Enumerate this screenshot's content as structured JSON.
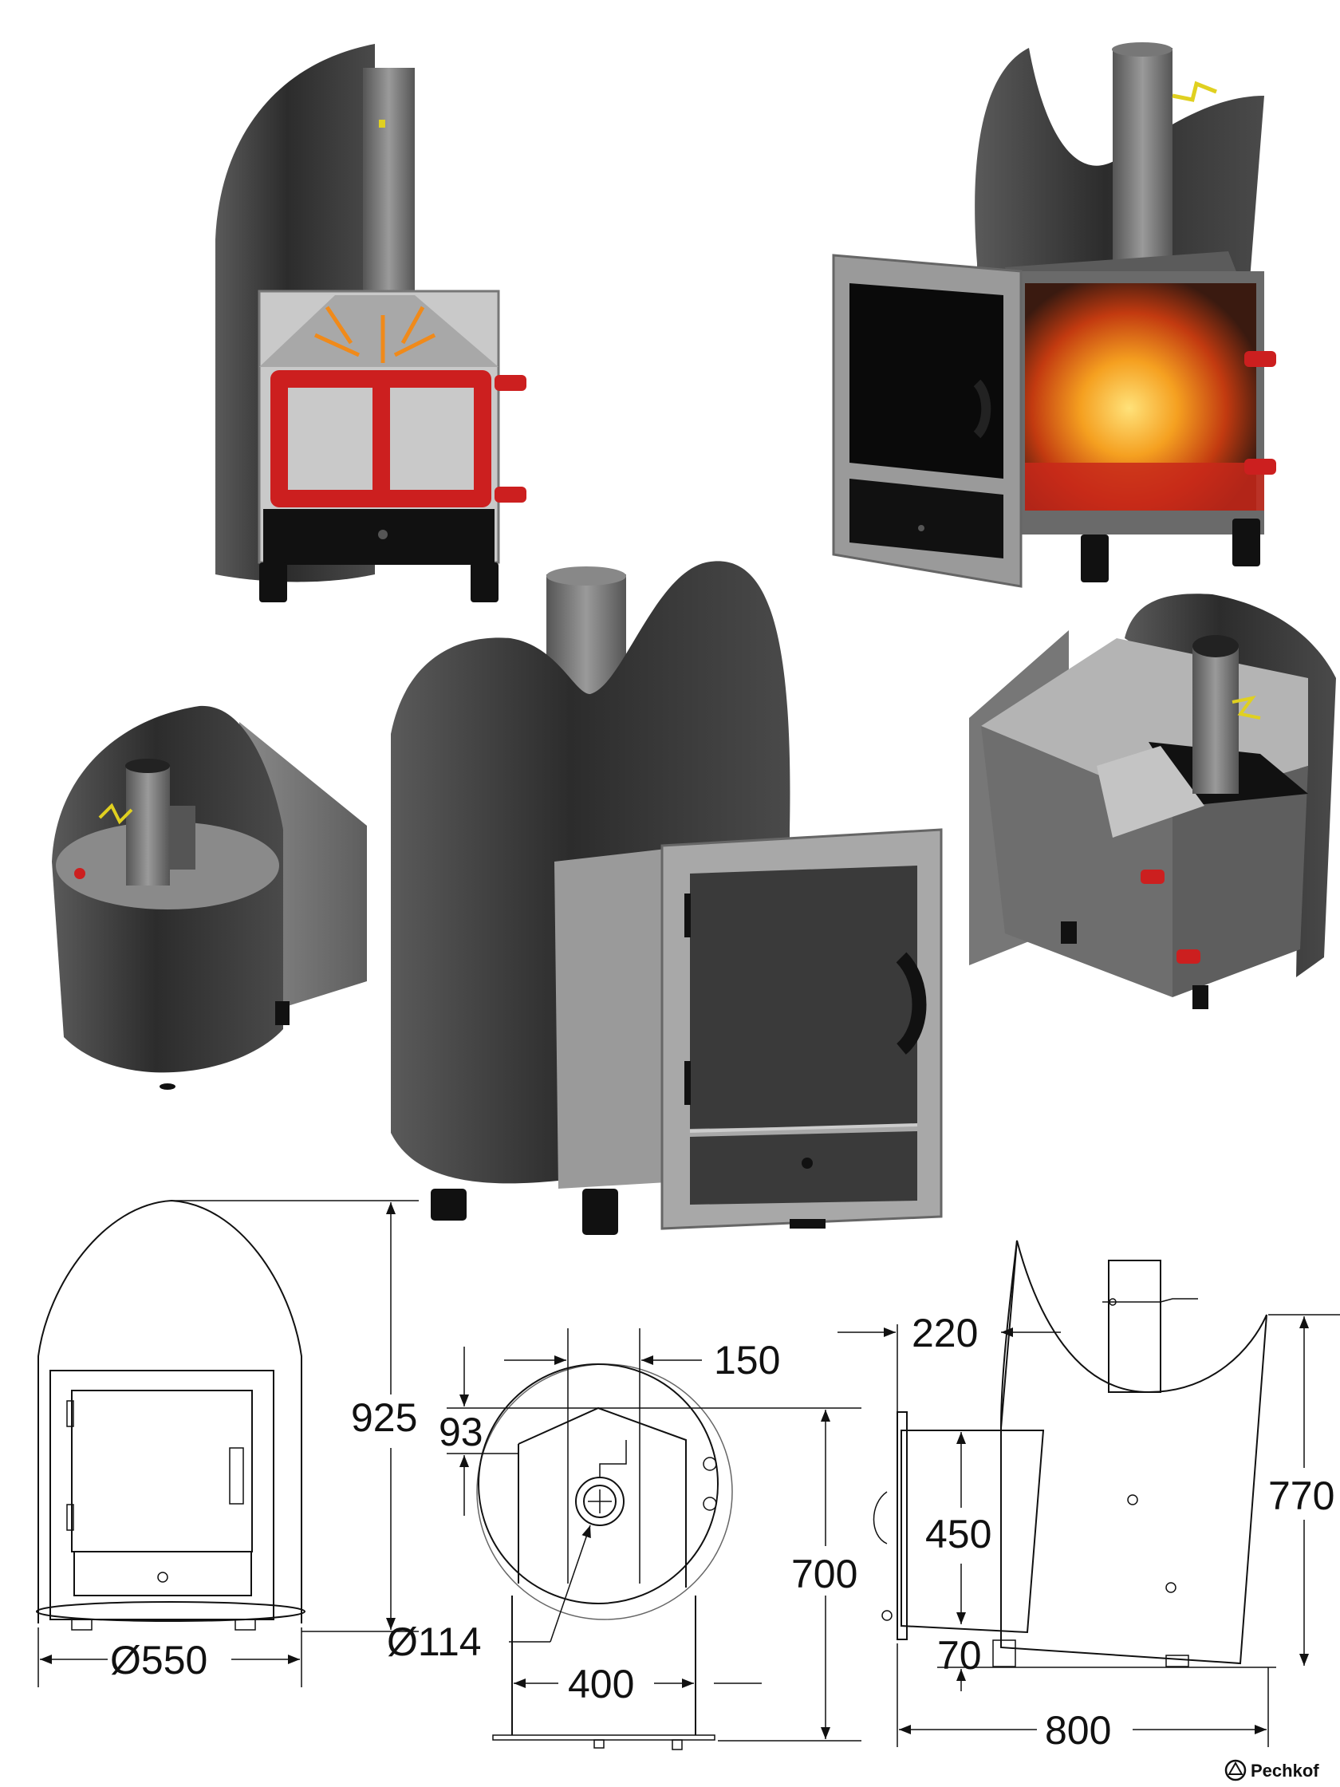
{
  "dimensions": {
    "overall_height": "925",
    "top_offset": "93",
    "body_diameter": "Ø550",
    "flue_diameter": "Ø114",
    "chimney_offset": "150",
    "firebox_width": "400",
    "depth_total": "700",
    "shell_offset": "220",
    "door_height": "450",
    "leg_height": "70",
    "side_height": "770",
    "length": "800"
  },
  "brand": {
    "name": "Pechkof"
  },
  "colors": {
    "steel_dark": "#3d3d3d",
    "steel_mid": "#6e6e6e",
    "steel_light": "#b4b4b4",
    "frame": "#9a9a9a",
    "glass": "#0a0a0a",
    "water_pipe": "#cc1f1f",
    "flame_orange": "#f08a1a",
    "flame_yellow": "#ffd23a",
    "fitting_yellow": "#e0d020"
  }
}
